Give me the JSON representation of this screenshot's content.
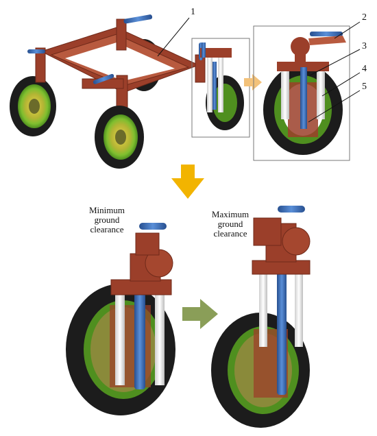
{
  "callouts": [
    "1",
    "2",
    "3",
    "4",
    "5"
  ],
  "captions": {
    "minimum": [
      "Minimum",
      "ground",
      "clearance"
    ],
    "maximum": [
      "Maximum",
      "ground",
      "clearance"
    ]
  },
  "colors": {
    "frame": "#9b3f2a",
    "frame_dark": "#6f2a1a",
    "tire": "#1c1c1c",
    "rim": "#7fbf2f",
    "hub": "#c9b83a",
    "cylinder": "#3d6fb8",
    "strut": "#f2f2f2",
    "arrow_down": "#f2b400",
    "arrow_mid": "#8a9e58",
    "arrow_small": "#f3c27a"
  }
}
